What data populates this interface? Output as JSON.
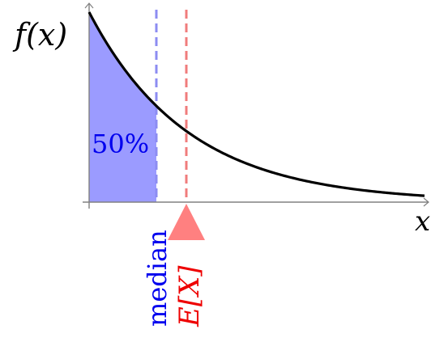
{
  "diagram": {
    "y_axis_label": "f(x)",
    "x_axis_label": "x",
    "area_label": "50%",
    "median_label": "median",
    "mean_label": "E[X]",
    "colors": {
      "curve": "#000000",
      "area_fill": "#9b9bff",
      "median": "#0000ee",
      "median_line": "#8c8cf2",
      "mean": "#ee0000",
      "mean_line": "#f07c7c",
      "mean_marker": "#ff8080",
      "axis": "#808080"
    }
  }
}
